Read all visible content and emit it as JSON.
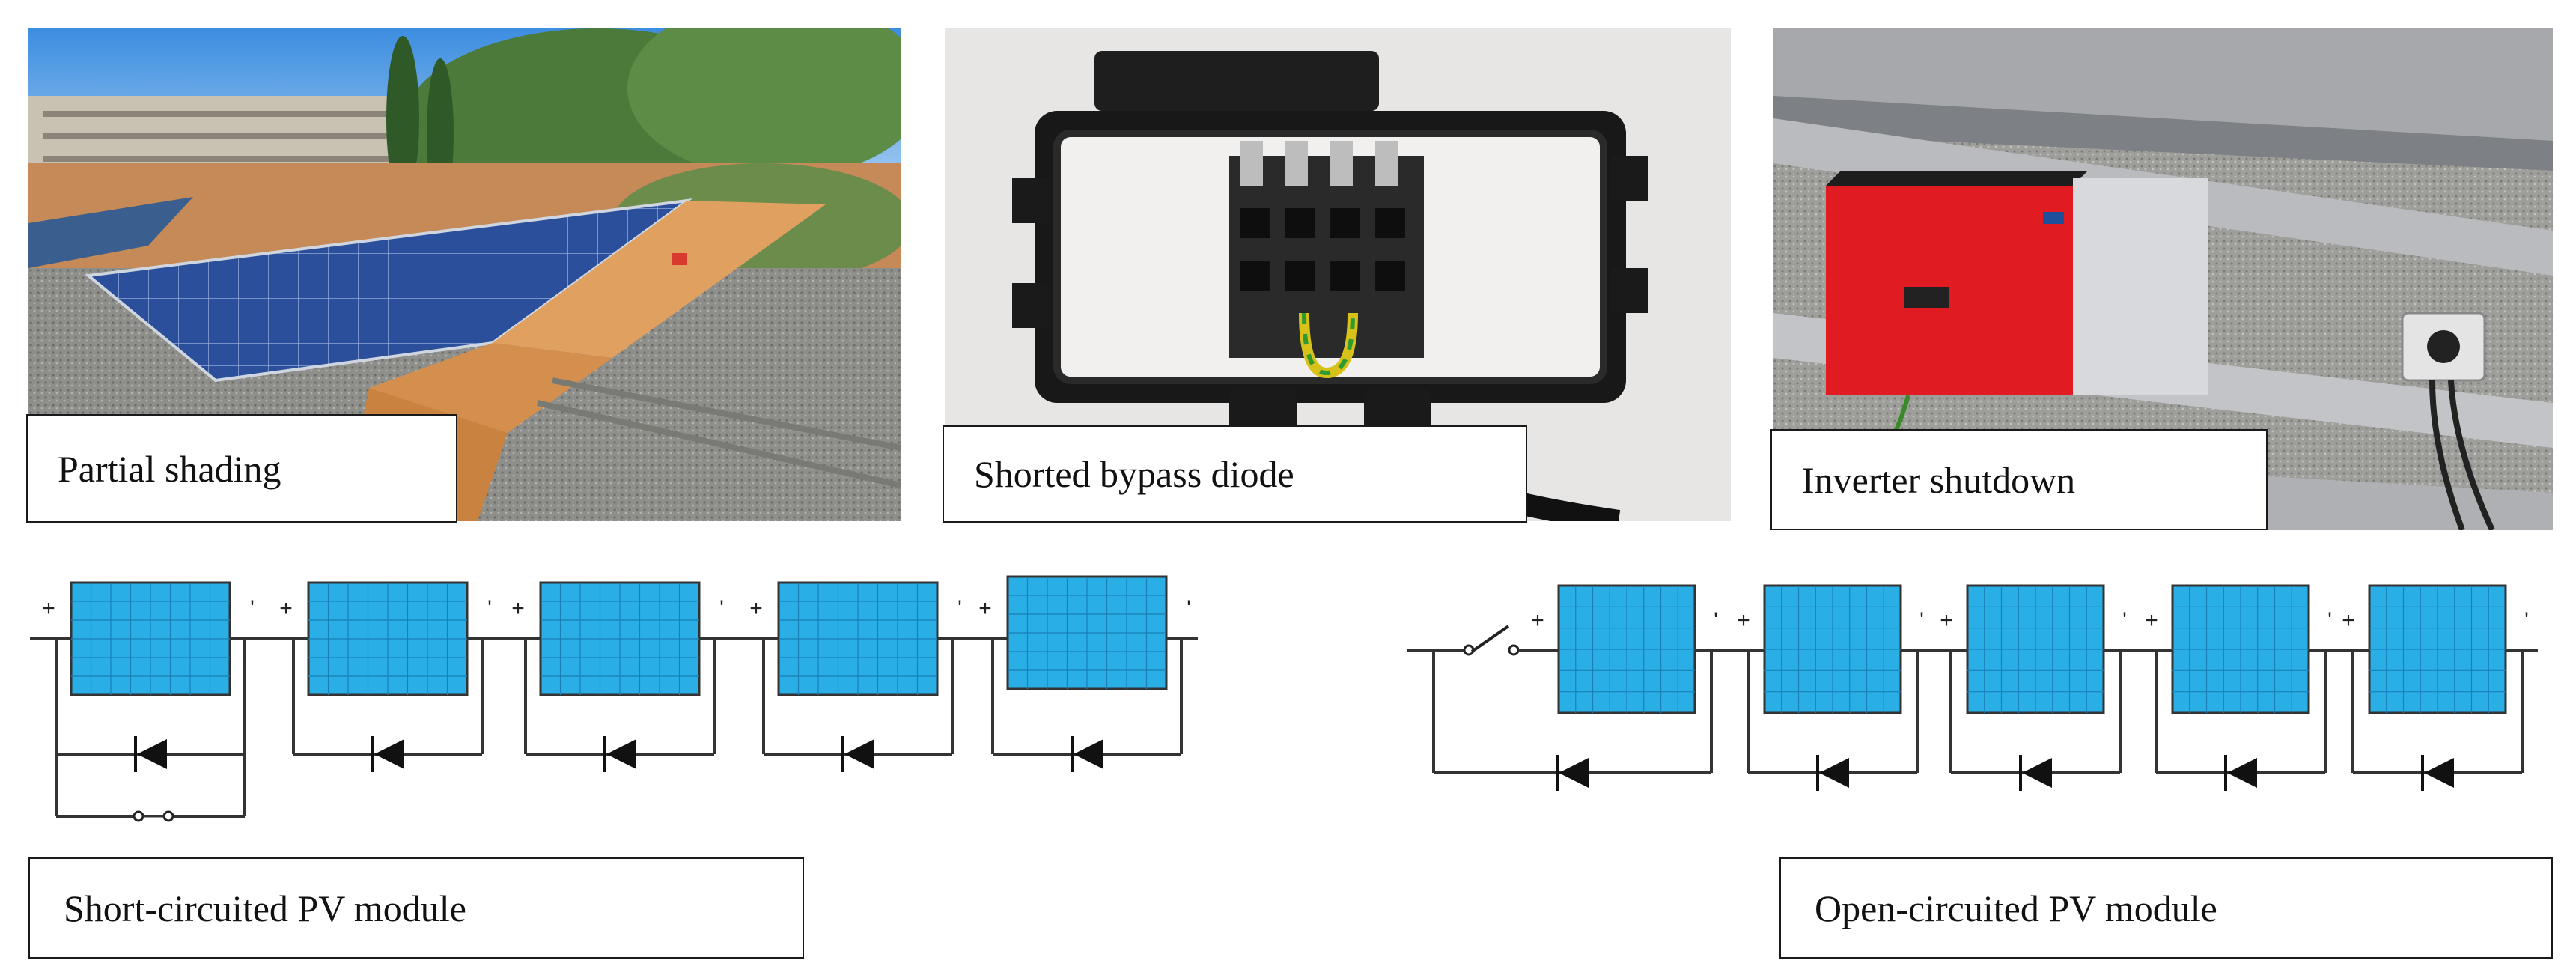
{
  "photos": {
    "partial_shading": {
      "caption": "Partial shading"
    },
    "shorted_bypass_diode": {
      "caption": "Shorted bypass diode"
    },
    "inverter_shutdown": {
      "caption": "Inverter shutdown"
    }
  },
  "circuits": {
    "short_circuited": {
      "caption": "Short-circuited PV module",
      "module_count": 5
    },
    "open_circuited": {
      "caption": "Open-circuited PV module",
      "module_count": 5
    }
  },
  "terminal_labels": {
    "positive": "+",
    "negative": "'"
  },
  "colors": {
    "pv_cell_fill": "#29aee6",
    "pv_cell_grid": "#1b7fb8",
    "wire": "#333333",
    "inverter_red": "#e01b22",
    "cardboard": "#e0a160"
  }
}
